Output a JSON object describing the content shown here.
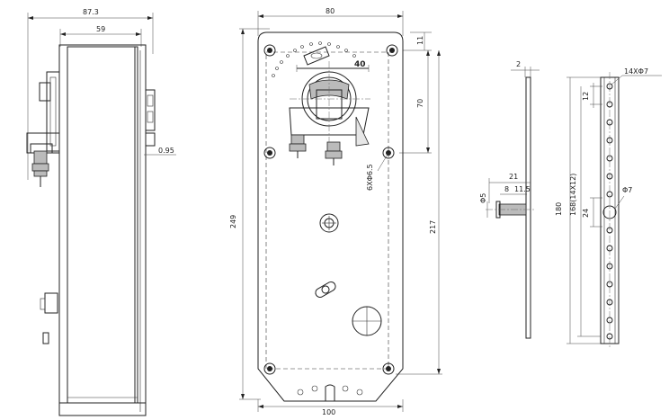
{
  "side_view": {
    "dims": {
      "overall_width": "87.3",
      "body_width": "59",
      "plate_thickness": "0.95"
    }
  },
  "front_view": {
    "dims": {
      "top_width": "80",
      "top_offset": "11",
      "hole_spacing_vertical": "70",
      "shaft_travel": "40",
      "mounting_holes": "6XΦ6.5",
      "overall_height": "249",
      "inner_height": "217",
      "bottom_width": "100"
    }
  },
  "bracket_view": {
    "dims": {
      "thickness": "2",
      "holes": "14XΦ7",
      "pitch_top": "12",
      "length_21": "21",
      "length_8": "8",
      "length_11_5": "11.5",
      "pin_dia": "Φ5",
      "total_length": "180",
      "hole_span": "168(14X12)",
      "mid_offset": "24",
      "hole_dia": "Φ7"
    }
  }
}
